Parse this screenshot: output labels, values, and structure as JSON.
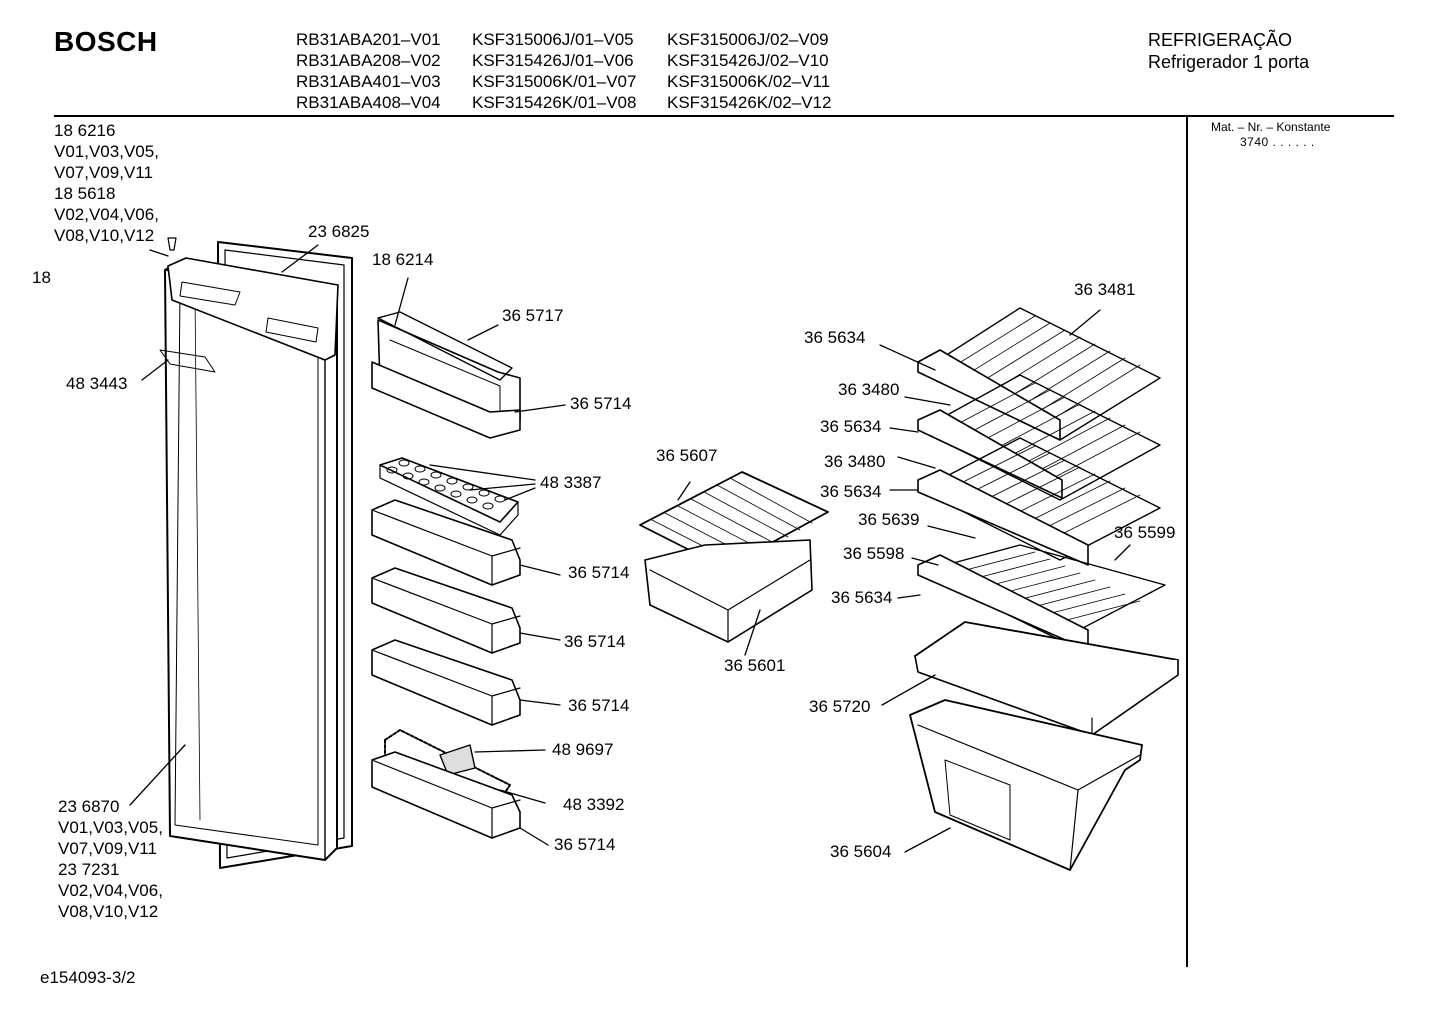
{
  "header": {
    "brand": "BOSCH",
    "models": [
      [
        "RB31ABA201–V01",
        "KSF315006J/01–V05",
        "KSF315006J/02–V09"
      ],
      [
        "RB31ABA208–V02",
        "KSF315426J/01–V06",
        "KSF315426J/02–V10"
      ],
      [
        "RB31ABA401–V03",
        "KSF315006K/01–V07",
        "KSF315006K/02–V11"
      ],
      [
        "RB31ABA408–V04",
        "KSF315426K/01–V08",
        "KSF315426K/02–V12"
      ]
    ],
    "category": "REFRIGERAÇÃO",
    "subtitle": "Refrigerador 1 porta"
  },
  "side_panel": {
    "mat_label": "Mat. – Nr. – Konstante",
    "mat_value": "3740  .  .  .  .  .  ."
  },
  "callouts": {
    "top_left_group": [
      "18 6216",
      "V01,V03,V05,",
      "V07,V09,V11",
      "18 5618",
      "V02,V04,V06,",
      "V08,V10,V12"
    ],
    "p18": "18",
    "p236825": "23 6825",
    "p186214": "18 6214",
    "p365717": "36 5717",
    "p483443": "48 3443",
    "p365714_a": "36 5714",
    "p483387": "48 3387",
    "p365714_b": "36 5714",
    "p365714_c": "36 5714",
    "p365714_d": "36 5714",
    "p489697": "48 9697",
    "p483392": "48 3392",
    "p365714_e": "36 5714",
    "bottom_left_group": [
      "23 6870",
      "V01,V03,V05,",
      "V07,V09,V11",
      "23 7231",
      "V02,V04,V06,",
      "V08,V10,V12"
    ],
    "p365607": "36 5607",
    "p365601": "36 5601",
    "p363481": "36 3481",
    "p365634_a": "36 5634",
    "p363480_a": "36 3480",
    "p365634_b": "36 5634",
    "p363480_b": "36 3480",
    "p365634_c": "36 5634",
    "p365639": "36 5639",
    "p365599": "36 5599",
    "p365598": "36 5598",
    "p365634_d": "36 5634",
    "p365720": "36 5720",
    "p365604": "36 5604"
  },
  "footer": {
    "code": "e154093-3/2"
  }
}
